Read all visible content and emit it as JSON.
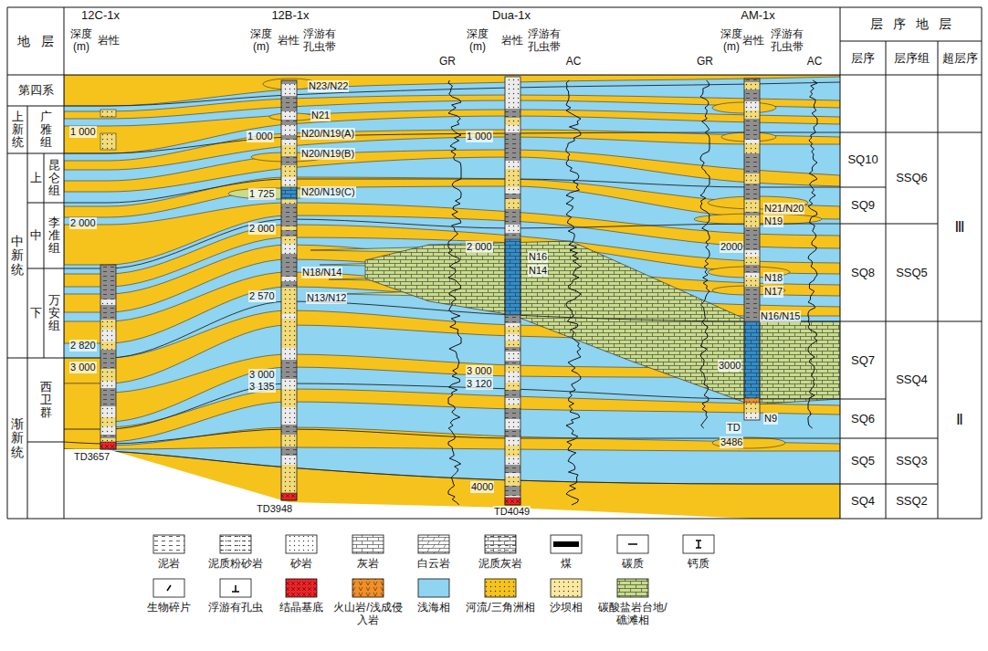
{
  "diagram": {
    "labels": [
      "地层",
      "第四系",
      "上新统",
      "广雅组",
      "中新统",
      "上",
      "昆仑组",
      "中",
      "李准组",
      "下",
      "万安组",
      "渐新统",
      "西卫群",
      "12C-1x",
      "深度 (m)",
      "岩性",
      "12B-1x",
      "深度 (m)",
      "岩性",
      "浮游有孔虫带",
      "Dua-1x",
      "GR",
      "深度 (m)",
      "岩性",
      "浮游有孔虫带",
      "AC",
      "AM-1x",
      "GR",
      "深度 (m)",
      "岩性",
      "浮游有孔虫带",
      "AC",
      "层序地层",
      "层序",
      "层序组",
      "超层序",
      "SQ10",
      "SQ9",
      "SQ8",
      "SQ7",
      "SQ6",
      "SQ5",
      "SQ4",
      "SSQ6",
      "SSQ5",
      "SSQ4",
      "SSQ3",
      "SSQ2",
      "Ⅲ",
      "Ⅱ",
      "1 000",
      "2 000",
      "2 820",
      "3 000",
      "TD3657",
      "1 000",
      "1 725",
      "2 000",
      "2 570",
      "3 000",
      "3 135",
      "TD3948",
      "1 000",
      "2 000",
      "3 000",
      "3 120",
      "4000",
      "TD4049",
      "2000",
      "3000",
      "TD",
      "3486",
      "N23/N22",
      "N21",
      "N20/N19(A)",
      "N20/N19(B)",
      "N20/N19(C)",
      "N18/N14",
      "N13/N12",
      "N16",
      "N14",
      "N21/N20",
      "N19",
      "N18",
      "N17",
      "N16/N15",
      "N9"
    ],
    "legend": [
      {
        "text": "泥岩"
      },
      {
        "text": "泥质粉砂岩"
      },
      {
        "text": "砂岩"
      },
      {
        "text": "灰岩"
      },
      {
        "text": "白云岩"
      },
      {
        "text": "泥质灰岩"
      },
      {
        "text": "煤"
      },
      {
        "text": "碳质"
      },
      {
        "text": "钙质"
      },
      {
        "text": "生物碎片"
      },
      {
        "text": "浮游有孔虫"
      },
      {
        "text": "结晶基底",
        "color": "#e8262a"
      },
      {
        "text": "火山岩/浅成侵入岩",
        "color": "#f0902a"
      },
      {
        "text": "浅海相",
        "color": "#8fd4f0"
      },
      {
        "text": "河流/三角洲相",
        "color": "#f6c31c"
      },
      {
        "text": "沙坝相",
        "color": "#fbe9a0"
      },
      {
        "text": "碳酸盐岩台地/礁滩相",
        "color": "#c8dc8a"
      }
    ]
  }
}
